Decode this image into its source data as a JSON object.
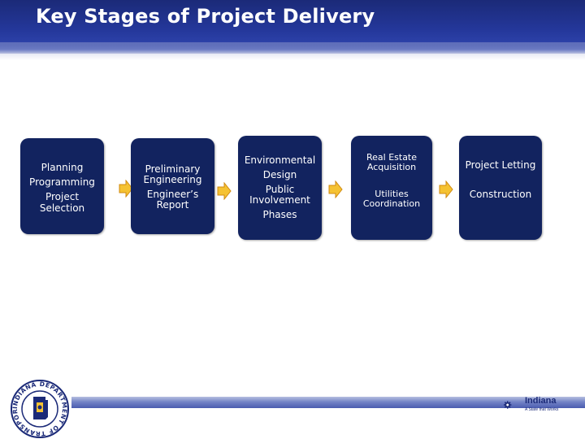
{
  "header": {
    "title": "Key Stages of Project Delivery"
  },
  "stages": [
    {
      "lines": [
        "Planning",
        "Programming",
        "Project",
        "Selection"
      ]
    },
    {
      "lines": [
        "Preliminary",
        "Engineering",
        "Engineer’s",
        "Report"
      ]
    },
    {
      "lines": [
        "Environmental",
        "Design",
        "Public",
        "Involvement",
        "Phases"
      ]
    },
    {
      "lines": [
        "Real Estate",
        "Acquisition",
        "Utilities",
        "Coordination"
      ]
    },
    {
      "lines": [
        "Project Letting",
        "Construction"
      ]
    }
  ],
  "footer": {
    "seal_text": "INDIANA DEPARTMENT OF TRANSPORTATION",
    "logo_name": "Indiana",
    "logo_tagline": "A State that Works"
  },
  "colors": {
    "header_blue": "#24379a",
    "stage_navy": "#12235f",
    "arrow_fill": "#f5c232",
    "arrow_stroke": "#d08a10"
  }
}
